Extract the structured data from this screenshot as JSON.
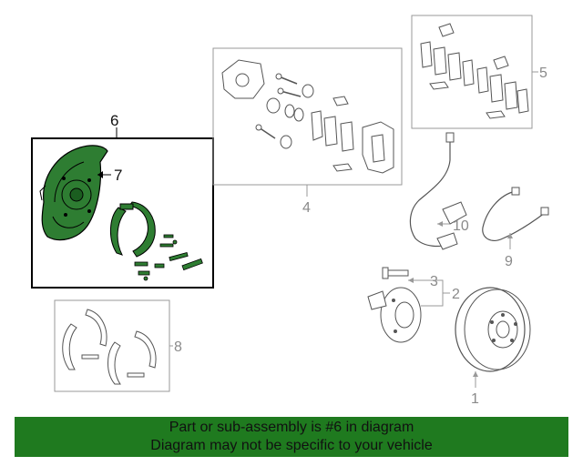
{
  "callouts": {
    "c1": "1",
    "c2": "2",
    "c3": "3",
    "c4": "4",
    "c5": "5",
    "c6": "6",
    "c7": "7",
    "c8": "8",
    "c9": "9",
    "c10": "10"
  },
  "highlight": {
    "part": "6",
    "fill_color": "#2e7d32",
    "border_color": "#000000"
  },
  "banner": {
    "line1": "Part or sub-assembly is #6 in diagram",
    "line2": "Diagram may not be specific to your vehicle",
    "background": "#1f7a1f"
  }
}
